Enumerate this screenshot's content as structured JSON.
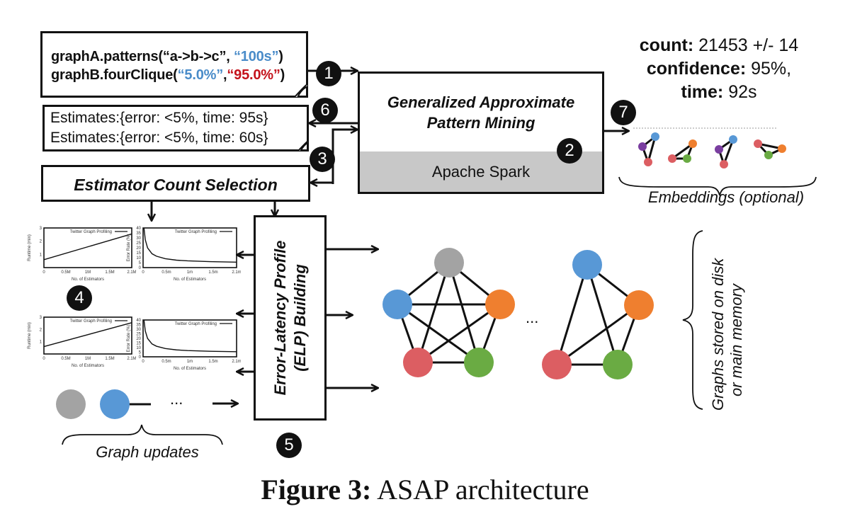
{
  "query_box": {
    "line1_prefix": "graphA.patterns(“a->b->c”, ",
    "line1_value": "“100s”",
    "line1_suffix": ")",
    "line2_prefix": "graphB.fourClique(",
    "line2_value1": "“5.0%”",
    "line2_sep": ",",
    "line2_value2": "“95.0%”",
    "line2_suffix": ")",
    "colors": {
      "time_budget": "#4a8cc9",
      "error_bound": "#4a8cc9",
      "confidence": "#c4121b"
    }
  },
  "estimates_box": {
    "lines": [
      "Estimates:{error: <5%, time: 95s}",
      "Estimates:{error: <5%, time: 60s}"
    ]
  },
  "estimator_selection": {
    "label": "Estimator Count Selection"
  },
  "gapm_box": {
    "title_line1": "Generalized Approximate",
    "title_line2": "Pattern Mining",
    "engine": "Apache Spark"
  },
  "elp_box": {
    "line1": "Error-Latency Profile",
    "line2": "(ELP) Building"
  },
  "result": {
    "count_label": "count:",
    "count_value": "21453 +/- 14",
    "confidence_label": "confidence:",
    "confidence_value": "95%,",
    "time_label": "time:",
    "time_value": "92s"
  },
  "embeddings_label": "Embeddings (optional)",
  "graphs_label_line1": "Graphs stored on disk",
  "graphs_label_line2": "or main memory",
  "graph_updates_label": "Graph updates",
  "ellipsis": "...",
  "steps": [
    "1",
    "2",
    "3",
    "4",
    "5",
    "6",
    "7"
  ],
  "node_colors": {
    "gray": "#a3a3a3",
    "blue": "#5898d6",
    "orange": "#ef7f2f",
    "red": "#dc5e62",
    "green": "#6aab43",
    "purple": "#7a3ea0"
  },
  "caption": {
    "label": "Figure 3:",
    "text": " ASAP architecture"
  },
  "chart_data": [
    {
      "type": "line",
      "title": "Twitter Graph Profiling",
      "legend": "Twitter Graph Profiling",
      "xlabel": "No. of Estimators",
      "ylabel": "Runtime (min)",
      "xticks": [
        "0",
        "0.5M",
        "1M",
        "1.5M",
        "2.1M"
      ],
      "yticks": [
        "1",
        "2",
        "3"
      ],
      "xlim": [
        0,
        2.1
      ],
      "ylim": [
        0,
        3
      ],
      "x": [
        0,
        2.1
      ],
      "y": [
        0.6,
        2.55
      ]
    },
    {
      "type": "line",
      "title": "Twitter Graph Profiling",
      "legend": "Twitter Graph Profiling",
      "xlabel": "No. of Estimators",
      "ylabel": "Error Rate (%)",
      "xticks": [
        "0",
        "0.5m",
        "1m",
        "1.5m",
        "2.1m"
      ],
      "yticks": [
        "0",
        "5",
        "10",
        "15",
        "20",
        "25",
        "30",
        "35",
        "40"
      ],
      "xlim": [
        0,
        2.1
      ],
      "ylim": [
        0,
        40
      ],
      "x": [
        0.02,
        0.05,
        0.1,
        0.2,
        0.3,
        0.5,
        0.75,
        1.0,
        1.5,
        2.1
      ],
      "y": [
        40,
        28,
        20,
        14,
        11.5,
        9,
        7.5,
        6.8,
        6,
        5.5
      ]
    },
    {
      "type": "line",
      "title": "Twitter Graph Profiling",
      "legend": "Twitter Graph Profiling",
      "xlabel": "No. of Estimators",
      "ylabel": "Runtime (min)",
      "xticks": [
        "0",
        "0.5M",
        "1M",
        "1.5M",
        "2.1M"
      ],
      "yticks": [
        "1",
        "2",
        "3"
      ],
      "xlim": [
        0,
        2.1
      ],
      "ylim": [
        0,
        3
      ],
      "x": [
        0,
        2.1
      ],
      "y": [
        0.6,
        2.55
      ]
    },
    {
      "type": "line",
      "title": "Twitter Graph Profiling",
      "legend": "Twitter Graph Profiling",
      "xlabel": "No. of Estimators",
      "ylabel": "Error Rate (%)",
      "xticks": [
        "0",
        "0.5m",
        "1m",
        "1.5m",
        "2.1m"
      ],
      "yticks": [
        "0",
        "5",
        "10",
        "15",
        "20",
        "25",
        "30",
        "35",
        "40"
      ],
      "xlim": [
        0,
        2.1
      ],
      "ylim": [
        0,
        40
      ],
      "x": [
        0.02,
        0.05,
        0.1,
        0.2,
        0.3,
        0.5,
        0.75,
        1.0,
        1.5,
        2.1
      ],
      "y": [
        40,
        28,
        20,
        14,
        11.5,
        9,
        7.5,
        6.8,
        6,
        5.5
      ]
    }
  ]
}
